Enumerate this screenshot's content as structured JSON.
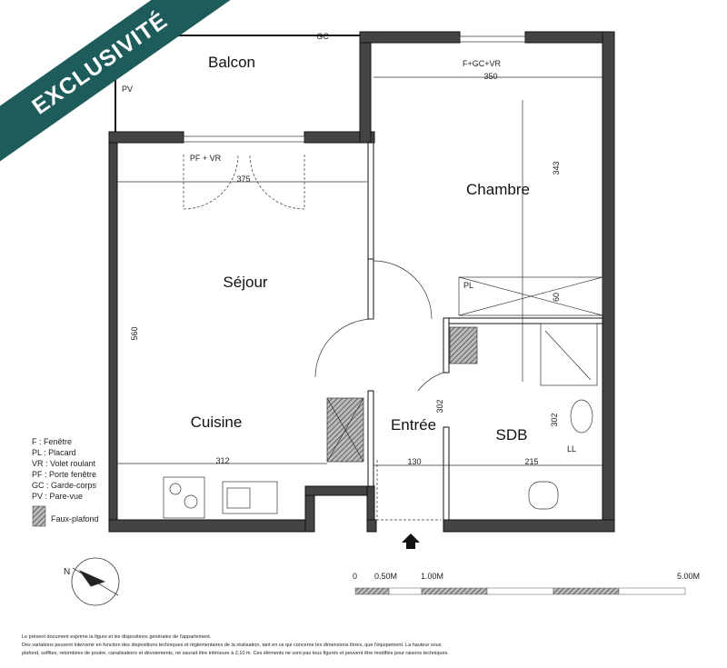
{
  "banner": {
    "label": "EXCLUSIVITÉ",
    "color": "#1e5c5c"
  },
  "rooms": {
    "balcon": "Balcon",
    "chambre": "Chambre",
    "sejour": "Séjour",
    "cuisine": "Cuisine",
    "entree": "Entrée",
    "sdb": "SDB"
  },
  "annotations": {
    "gc": "GC",
    "pv": "PV",
    "pf_vr": "PF + VR",
    "f_gc_vr": "F+GC+VR",
    "pl": "PL",
    "ll": "LL"
  },
  "dimensions": {
    "chambre_width": "350",
    "chambre_depth": "343",
    "sejour_width": "375",
    "sejour_depth": "560",
    "cuisine_width": "312",
    "entree_width": "130",
    "sdb_width": "215",
    "entree_depth": "302",
    "sdb_depth": "302",
    "placard_depth": "60"
  },
  "legend": {
    "items": [
      "F : Fenêtre",
      "PL : Placard",
      "VR : Volet roulant",
      "PF : Porte fenêtre",
      "GC : Garde-corps",
      "PV : Pare-vue"
    ],
    "hatch_label": "Faux-plafond"
  },
  "scale": {
    "labels": [
      "0",
      "0.50M",
      "1.00M",
      "5.00M"
    ]
  },
  "footer": [
    "Le présent document exprime la figure et les dispositions générales de l'appartement.",
    "Des variations peuvent intervenir en fonction des dispositions techniques et réglementaires de la réalisation, tant en ce qui concerne les dimensions libres, que l'équipement. La hauteur sous",
    "plafond, soffites, retombées de poutre, canalisations et dévoiements, ne saurait être inférieure à 2,10 m. Ces éléments ne sont pas tous figurés et peuvent être modifiés pour raisons techniques."
  ]
}
